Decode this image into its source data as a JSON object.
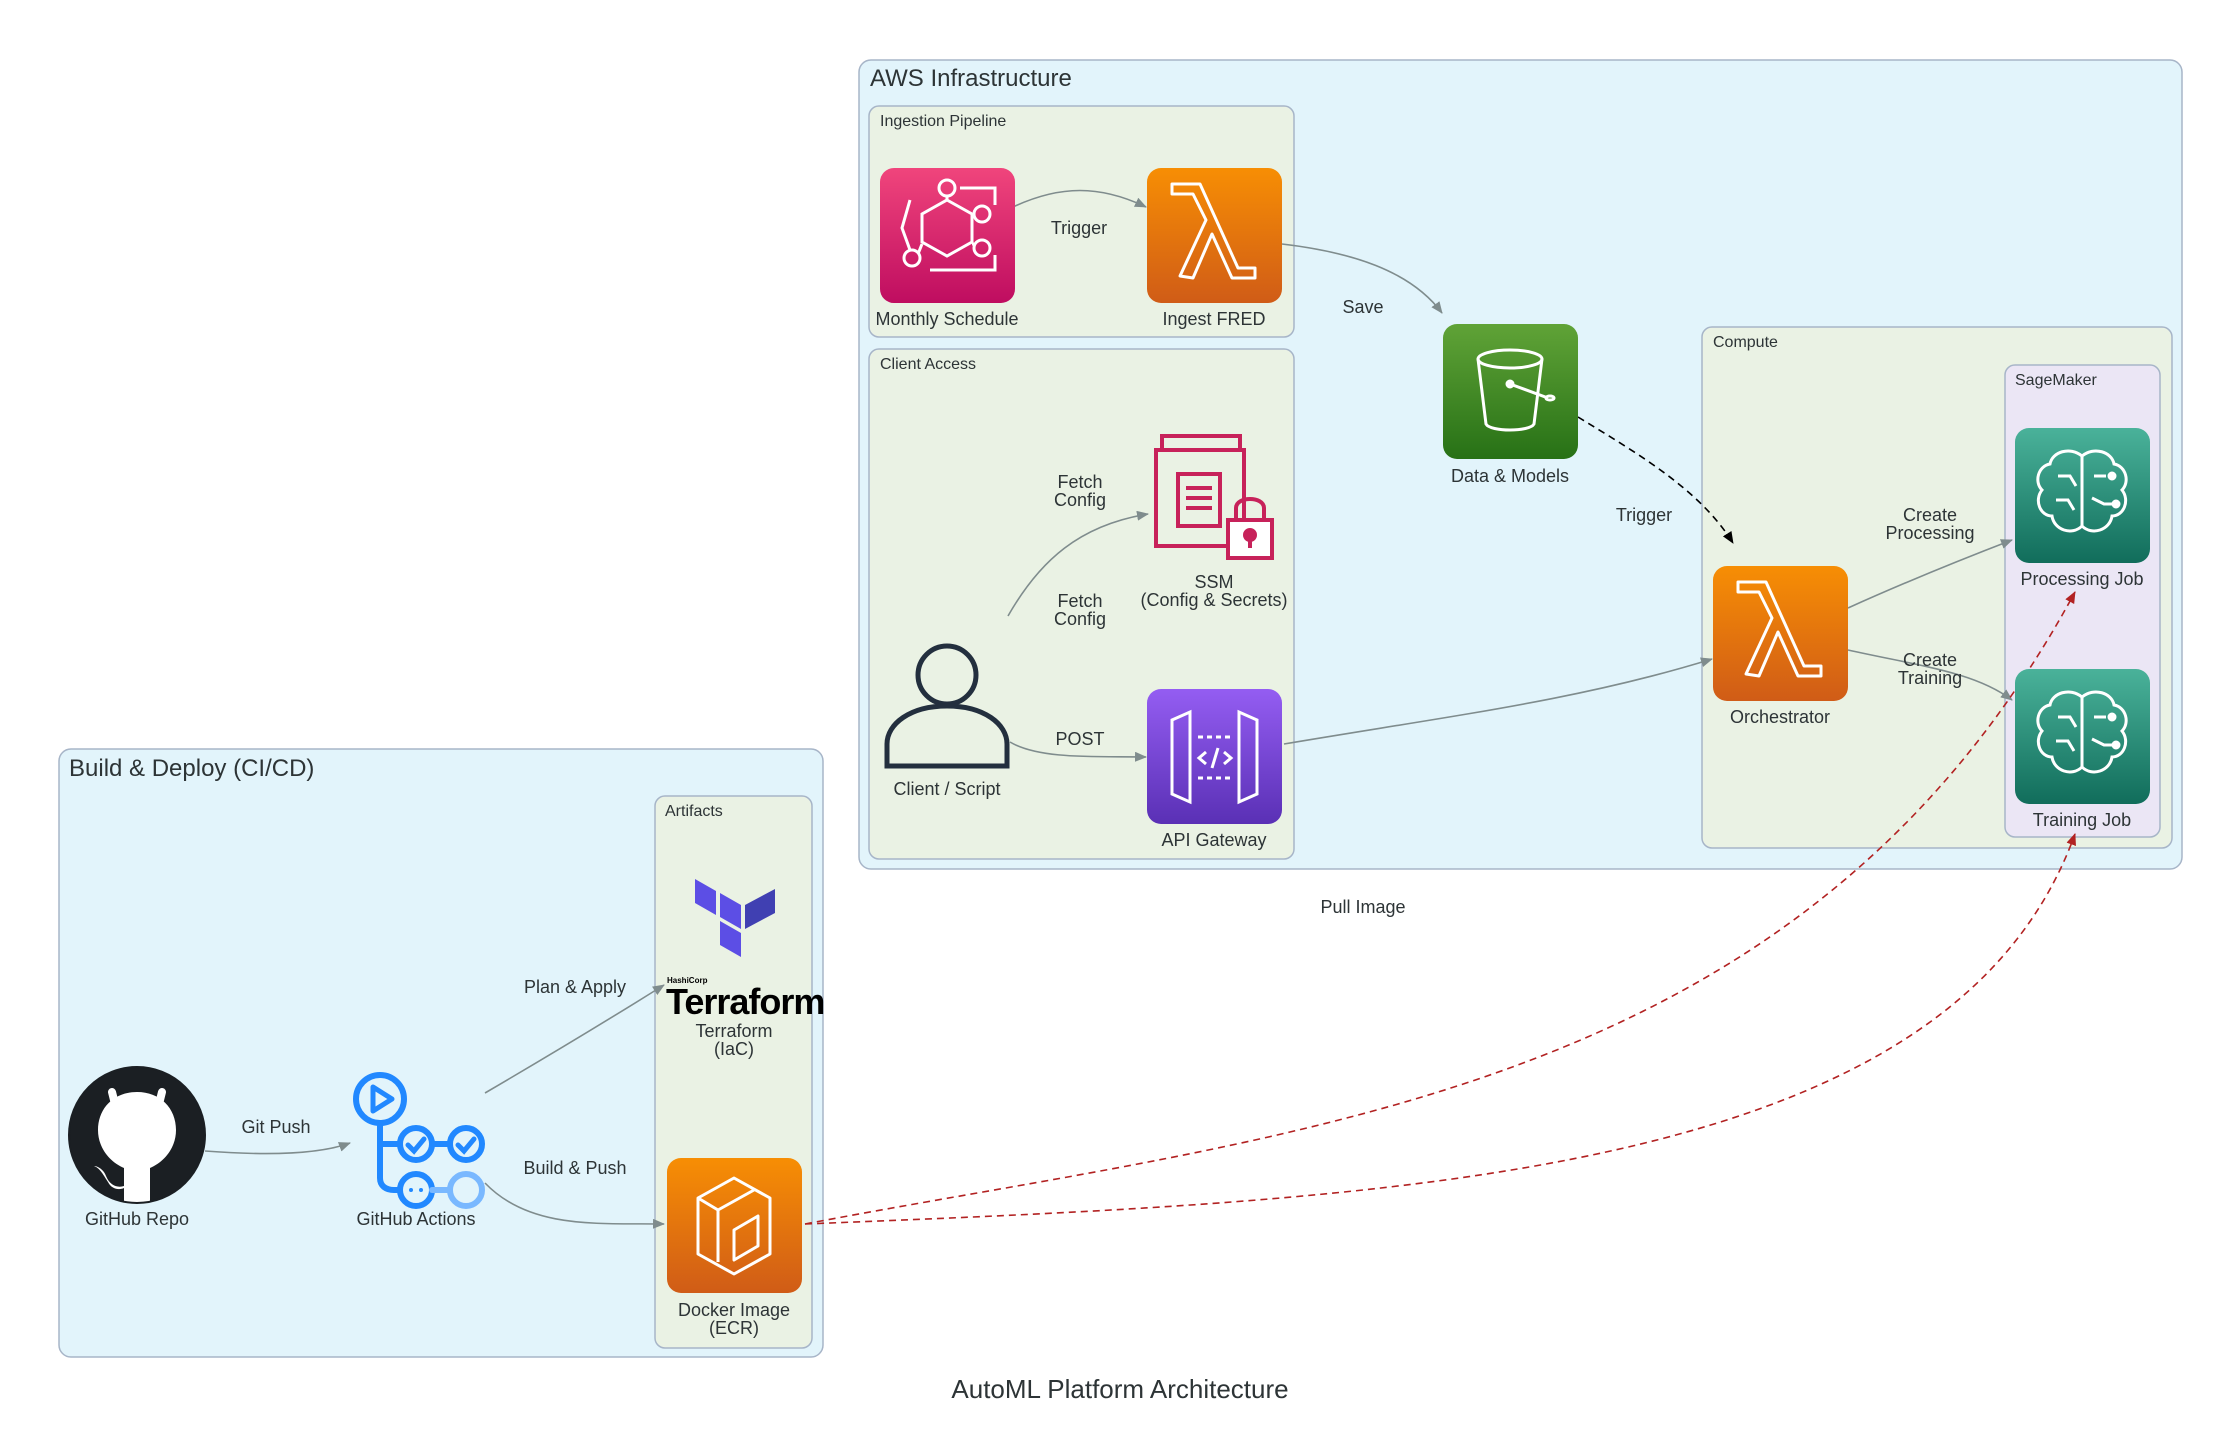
{
  "title": "AutoML Platform Architecture",
  "colors": {
    "cluster_blue": "#e2f4fb",
    "cluster_green": "#eaf2e4",
    "cluster_purple": "#ebe6f5",
    "edge_gray": "#7f8c8d",
    "edge_red": "#b22222",
    "edge_black": "#000000",
    "eventbridge": "#d6246e",
    "lambda": "#ed7100",
    "s3": "#3f8624",
    "ssm": "#c7225a",
    "apigw": "#7a3ee8",
    "sagemaker": "#1b7a6a",
    "ecr": "#ed7100",
    "terraform": "#5c4ee5",
    "github_actions": "#2188ff"
  },
  "clusters": {
    "aws": "AWS Infrastructure",
    "ingestion": "Ingestion Pipeline",
    "client": "Client Access",
    "compute": "Compute",
    "sagemaker": "SageMaker",
    "cicd": "Build & Deploy (CI/CD)",
    "artifacts": "Artifacts"
  },
  "nodes": {
    "schedule": {
      "label": "Monthly Schedule",
      "icon": "eventbridge-icon"
    },
    "ingest": {
      "label": "Ingest FRED",
      "icon": "lambda-icon"
    },
    "s3": {
      "label": "Data & Models",
      "icon": "s3-bucket-icon"
    },
    "ssm": {
      "label_1": "SSM",
      "label_2": "(Config & Secrets)",
      "icon": "ssm-icon"
    },
    "client": {
      "label": "Client / Script",
      "icon": "user-icon"
    },
    "apigw": {
      "label": "API Gateway",
      "icon": "api-gateway-icon"
    },
    "orchestrator": {
      "label": "Orchestrator",
      "icon": "lambda-icon"
    },
    "processing": {
      "label": "Processing Job",
      "icon": "sagemaker-icon"
    },
    "training": {
      "label": "Training Job",
      "icon": "sagemaker-icon"
    },
    "github_repo": {
      "label": "GitHub Repo",
      "icon": "github-icon"
    },
    "github_actions": {
      "label": "GitHub Actions",
      "icon": "github-actions-icon"
    },
    "terraform": {
      "label_1": "Terraform",
      "label_2": "(IaC)",
      "icon": "terraform-icon",
      "brand_small": "HashiCorp",
      "brand_big": "Terraform"
    },
    "ecr": {
      "label_1": "Docker Image",
      "label_2": "(ECR)",
      "icon": "ecr-icon"
    }
  },
  "edges": {
    "trigger_ingest": "Trigger",
    "save": "Save",
    "trigger_orch": "Trigger",
    "fetch_config_1a": "Fetch",
    "fetch_config_1b": "Config",
    "fetch_config_2a": "Fetch",
    "fetch_config_2b": "Config",
    "post": "POST",
    "create_processing_a": "Create",
    "create_processing_b": "Processing",
    "create_training_a": "Create",
    "create_training_b": "Training",
    "pull_image": "Pull Image",
    "git_push": "Git Push",
    "plan_apply": "Plan & Apply",
    "build_push": "Build & Push"
  }
}
